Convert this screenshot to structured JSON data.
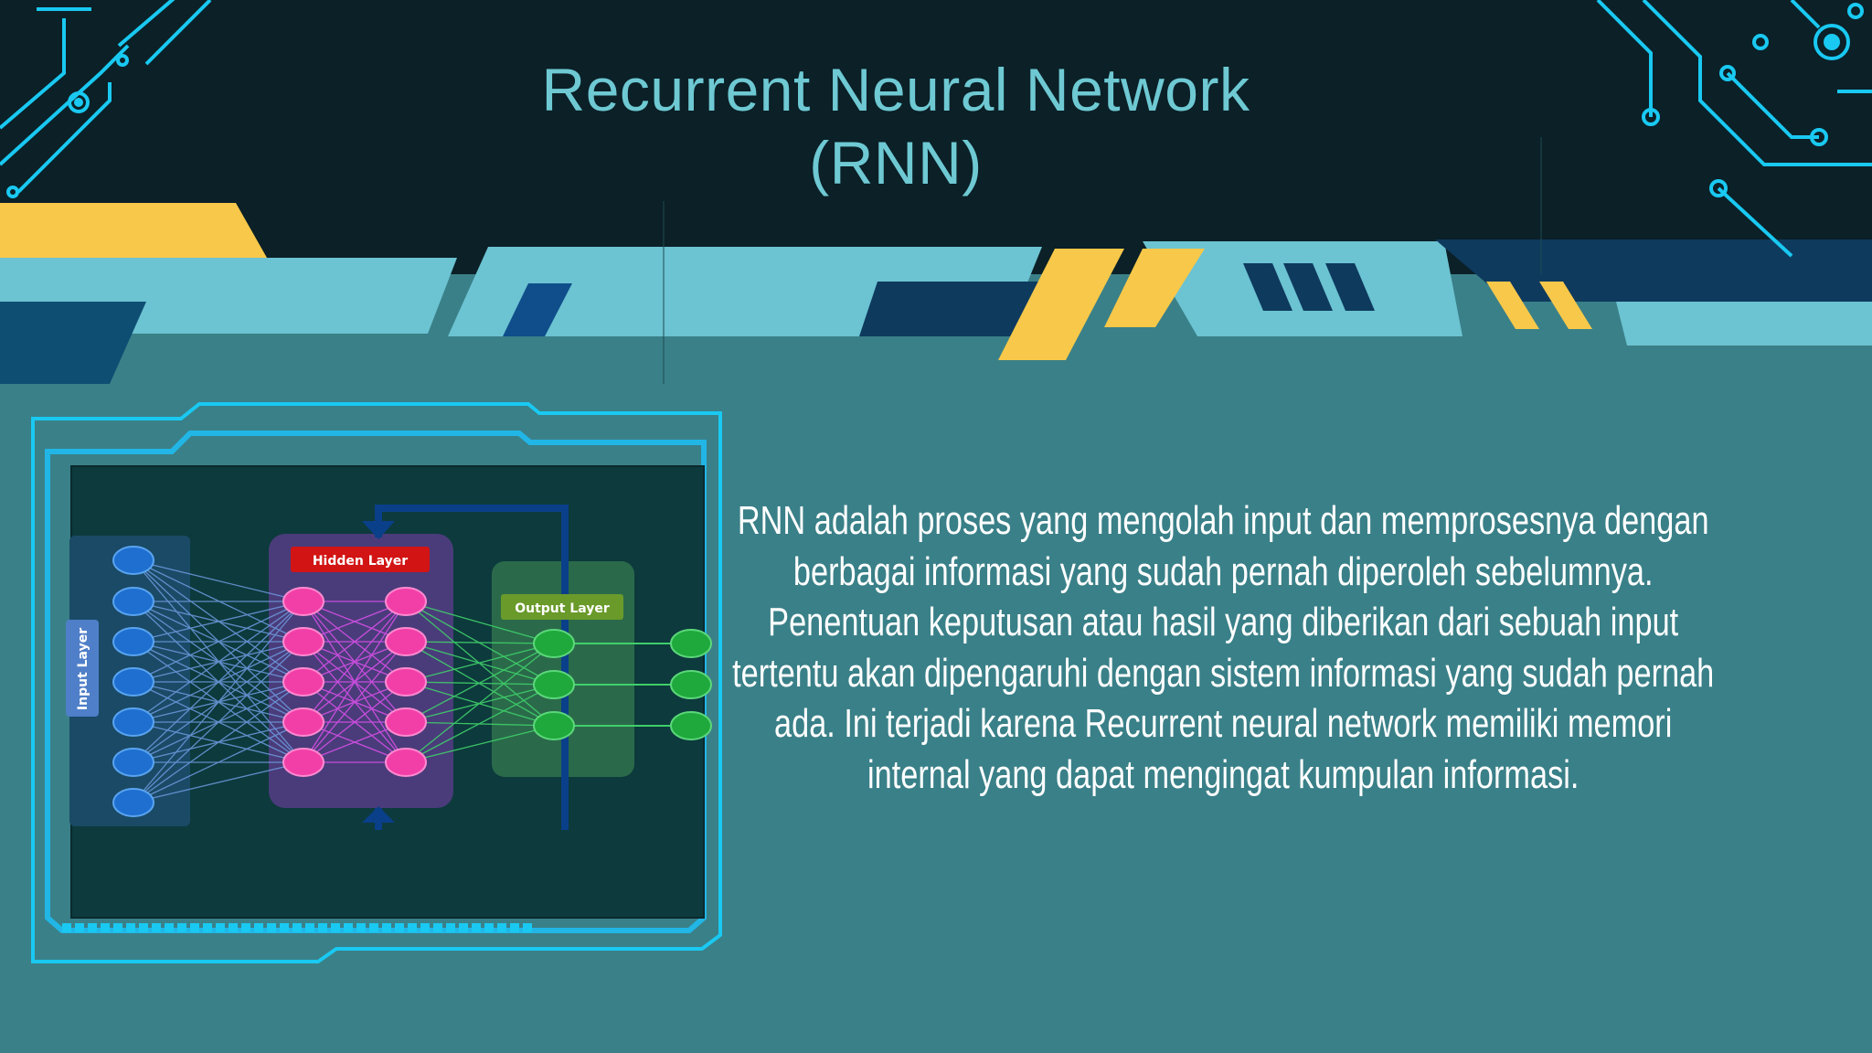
{
  "slide": {
    "title_line1": "Recurrent Neural Network",
    "title_line2": "(RNN)",
    "body": "RNN adalah proses yang mengolah input dan memprosesnya dengan berbagai informasi yang sudah pernah diperoleh sebelumnya. Penentuan keputusan atau hasil yang diberikan dari sebuah input tertentu akan dipengaruhi dengan sistem informasi yang sudah pernah ada. Ini terjadi karena Recurrent neural network memiliki memori internal yang dapat mengingat kumpulan informasi."
  },
  "diagram": {
    "input_label": "Input Layer",
    "hidden_label": "Hidden Layer",
    "output_label": "Output Layer"
  },
  "colors": {
    "background": "#3a8088",
    "top_band": "#0b2027",
    "title": "#6ec9d3",
    "accent_cyan": "#19c9f2",
    "accent_yellow": "#f7c84a",
    "stripe_light": "#6cc3d2",
    "stripe_navy": "#0e3a5e"
  }
}
